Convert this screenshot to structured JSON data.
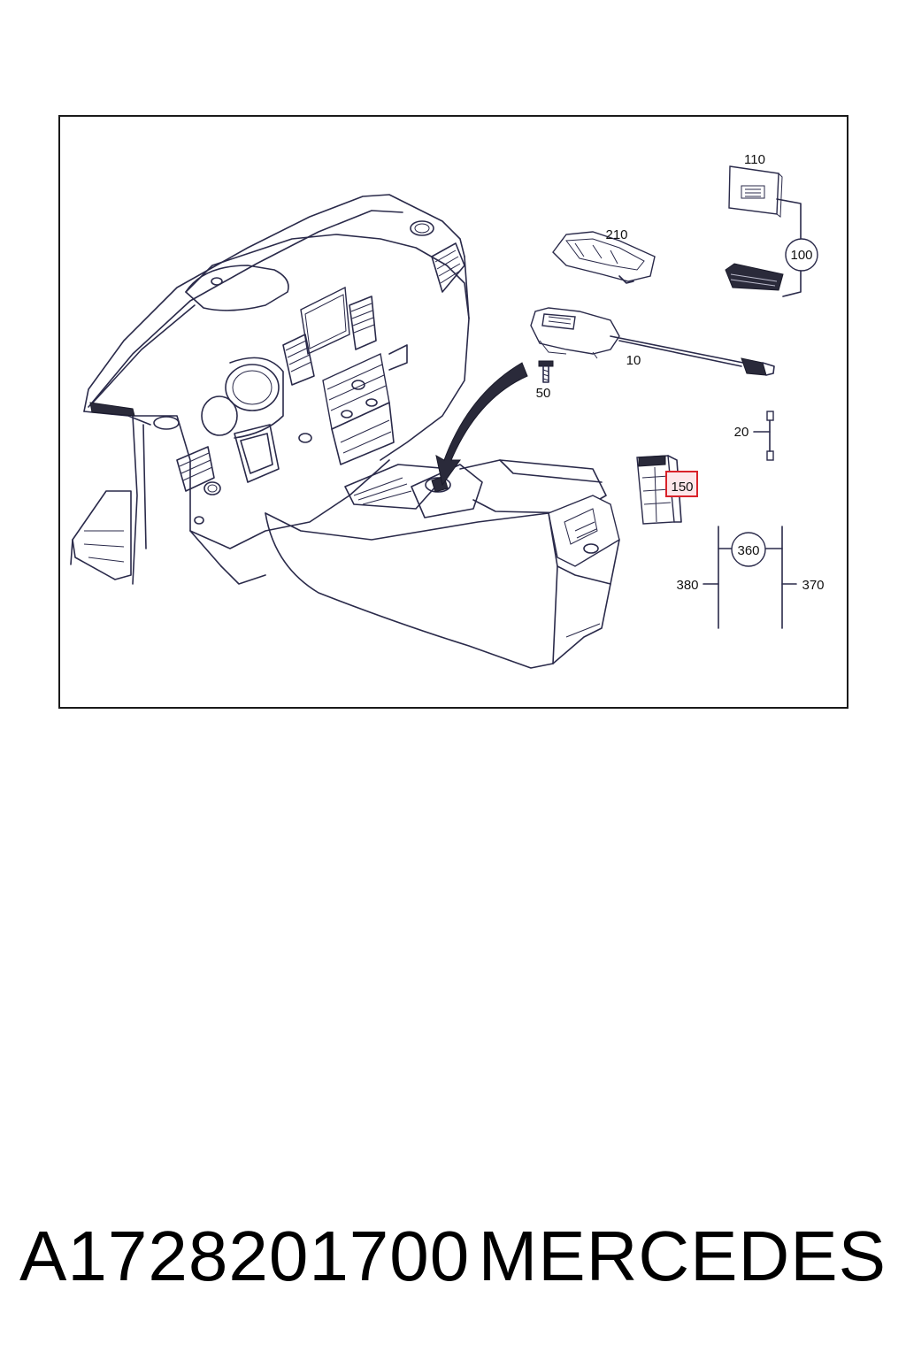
{
  "diagram": {
    "callouts": {
      "c110": "110",
      "c210": "210",
      "c100": "100",
      "c10": "10",
      "c50": "50",
      "c20": "20",
      "c150": "150",
      "c360": "360",
      "c380": "380",
      "c370": "370"
    },
    "highlight_color": "#d9222a",
    "line_color": "#2a2a4a"
  },
  "caption": {
    "part_number": "A1728201700",
    "brand": "MERCEDES"
  }
}
